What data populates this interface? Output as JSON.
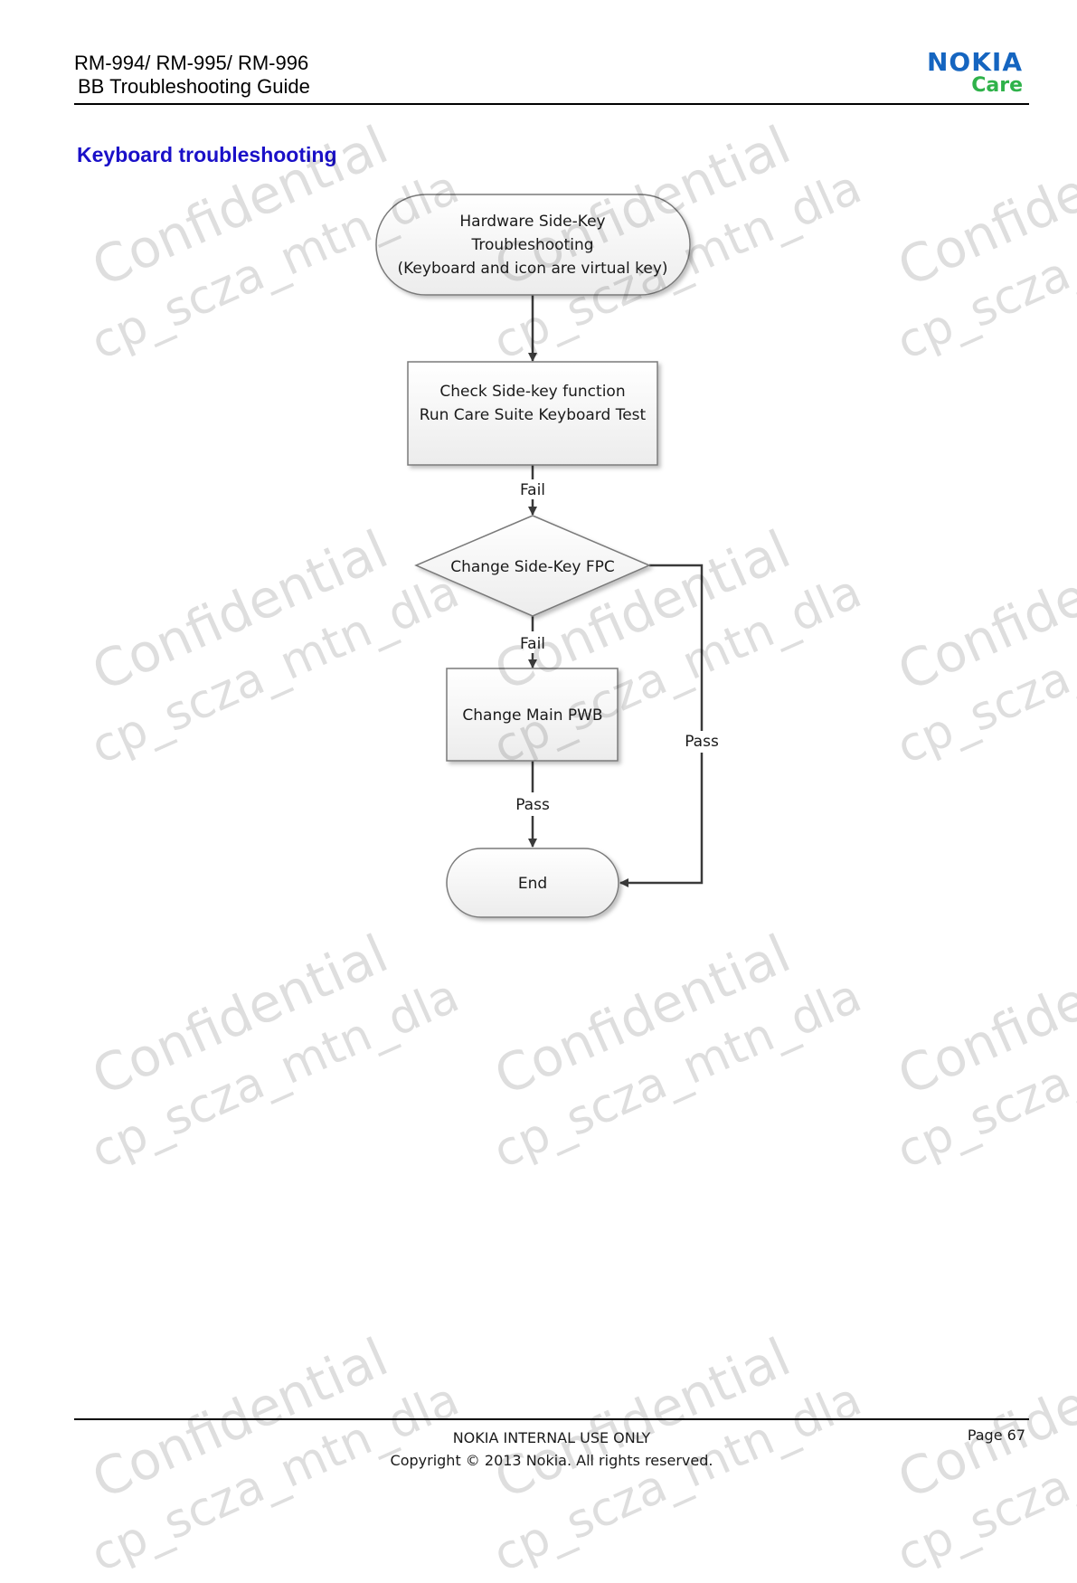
{
  "header": {
    "model_line": "RM-994/ RM-995/ RM-996",
    "guide_line": "BB Troubleshooting Guide",
    "logo_brand": "NOKIA",
    "logo_sub": "Care",
    "brand_color": "#1565c0",
    "care_color": "#2fb24a"
  },
  "section_title": "Keyboard troubleshooting",
  "flowchart": {
    "start": {
      "line1": "Hardware Side-Key",
      "line2": "Troubleshooting",
      "line3": "(Keyboard and icon are virtual key)"
    },
    "check": {
      "line1": "Check Side-key function",
      "line2": "Run Care Suite Keyboard Test"
    },
    "decision": "Change Side-Key FPC",
    "process": "Change Main PWB",
    "end": "End",
    "labels": {
      "check_to_decision": "Fail",
      "decision_to_process": "Fail",
      "decision_to_end": "Pass",
      "process_to_end": "Pass"
    }
  },
  "watermark": {
    "line1": "Confidential",
    "line2": "cp_scza_mtn_dla"
  },
  "footer": {
    "line1": "NOKIA INTERNAL USE ONLY",
    "line2": "Copyright © 2013 Nokia. All rights reserved.",
    "page": "Page 67"
  }
}
